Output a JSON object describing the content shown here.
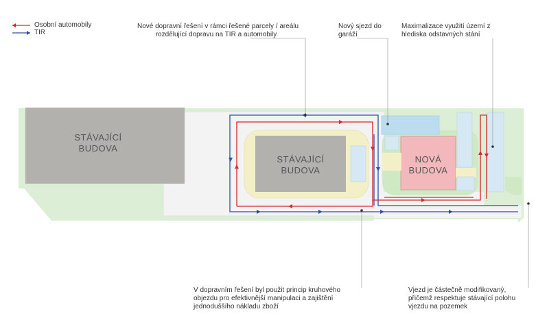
{
  "legend": {
    "items": [
      {
        "label": "Osobní automobily",
        "color": "#d9252b"
      },
      {
        "label": "TIR",
        "color": "#2b4fa8"
      }
    ]
  },
  "buildings": {
    "existing_left": [
      "STÁVAJÍCÍ",
      "BUDOVA"
    ],
    "existing_center": [
      "STÁVAJÍCÍ",
      "BUDOVA"
    ],
    "new": [
      "NOVÁ",
      "BUDOVA"
    ]
  },
  "annotations": {
    "top_1": [
      "Nové dopravní řešení v rámci řešené parcely / areálu",
      "rozdělující dopravu na TIR a automobily"
    ],
    "top_2": [
      "Nový sjezd do",
      "garáží"
    ],
    "top_3": [
      "Maximalizace využití území z",
      "hlediska odstavných stání"
    ],
    "bottom_1": [
      "V dopravním řešení byl použit princip kruhového",
      "objezdu pro efektivnější manipulaci a zajištění",
      "jednoduššího nákladu zboží"
    ],
    "bottom_2": [
      "Vjezd je částečně modifikovaný,",
      "přičemž respektuje stávající polohu",
      "vjezdu na pozemek"
    ]
  },
  "colors": {
    "car_route": "#d9252b",
    "tir_route": "#2b4fa8",
    "site_green": "#dcefd6",
    "paved": "#f2f2f2",
    "existing_building": "#b3b1ae",
    "new_building": "#f2b8bb",
    "courtyard": "#f3efc6",
    "parking_blue": "#d5e8f3"
  }
}
